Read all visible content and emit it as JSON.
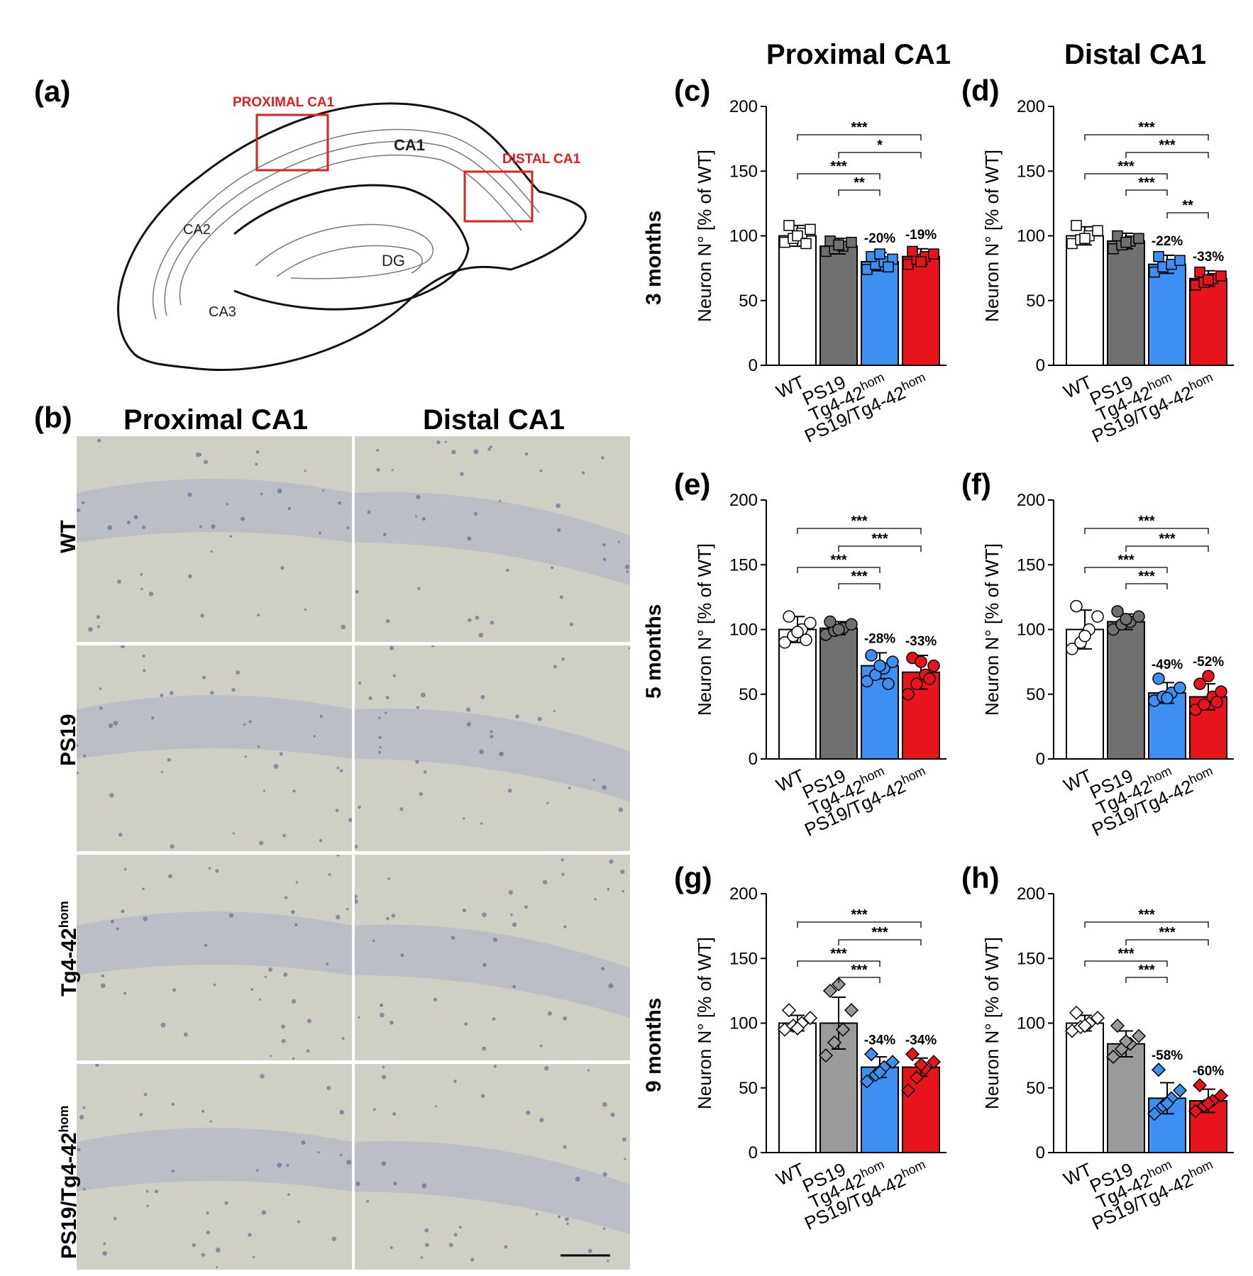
{
  "colors": {
    "wt": "#ffffff",
    "ps19_3m": "#707070",
    "ps19_5m": "#707070",
    "ps19_9m": "#9a9a9a",
    "tg": "#3d8ff2",
    "double": "#e8141c",
    "stain": "#cfcfc6",
    "accent_red": "#e02020"
  },
  "panel_a": {
    "label": "(a)",
    "regions": {
      "proximal": "PROXIMAL CA1",
      "distal": "DISTAL CA1",
      "ca1": "CA1",
      "ca2": "CA2",
      "ca3": "CA3",
      "dg": "DG"
    }
  },
  "panel_b": {
    "label": "(b)",
    "col_titles": [
      "Proximal CA1",
      "Distal CA1"
    ],
    "row_labels": [
      "WT",
      "PS19",
      "Tg4-42",
      "PS19/Tg4-42"
    ],
    "row_sup": [
      "",
      "",
      "hom",
      "hom"
    ]
  },
  "columns": {
    "left": "Proximal CA1",
    "right": "Distal CA1"
  },
  "rows": [
    "3 months",
    "5 months",
    "9 months"
  ],
  "ylabel": "Neuron N° [% of WT]",
  "categories": [
    {
      "base": "WT",
      "sup": ""
    },
    {
      "base": "PS19",
      "sup": ""
    },
    {
      "base": "Tg4-42",
      "sup": "hom"
    },
    {
      "base": "PS19/Tg4-42",
      "sup": "hom"
    }
  ],
  "chart_data": [
    {
      "panel": "(c)",
      "type": "bar",
      "marker": "square",
      "categories": [
        "WT",
        "PS19",
        "Tg4-42hom",
        "PS19/Tg4-42hom"
      ],
      "values": [
        100,
        92,
        80,
        84
      ],
      "sd": [
        8,
        6,
        7,
        6
      ],
      "points": [
        [
          95,
          98,
          102,
          105,
          108,
          100,
          94
        ],
        [
          88,
          90,
          92,
          95,
          96,
          93
        ],
        [
          74,
          78,
          80,
          82,
          84,
          86,
          76
        ],
        [
          78,
          82,
          84,
          86,
          88,
          80
        ]
      ],
      "ylim": [
        0,
        200
      ],
      "yticks": [
        0,
        50,
        100,
        150,
        200
      ],
      "changes": [
        "",
        "",
        "-20%",
        "-19%"
      ],
      "significance": [
        {
          "from": 0,
          "to": 3,
          "label": "***"
        },
        {
          "from": 1,
          "to": 3,
          "label": "*"
        },
        {
          "from": 0,
          "to": 2,
          "label": "***"
        },
        {
          "from": 1,
          "to": 2,
          "label": "**"
        }
      ]
    },
    {
      "panel": "(d)",
      "type": "bar",
      "marker": "square",
      "categories": [
        "WT",
        "PS19",
        "Tg4-42hom",
        "PS19/Tg4-42hom"
      ],
      "values": [
        100,
        96,
        78,
        67
      ],
      "sd": [
        7,
        6,
        7,
        6
      ],
      "points": [
        [
          94,
          97,
          100,
          104,
          108,
          98
        ],
        [
          90,
          93,
          96,
          98,
          100,
          95
        ],
        [
          72,
          76,
          78,
          81,
          84
        ],
        [
          62,
          64,
          67,
          69,
          72,
          66
        ]
      ],
      "ylim": [
        0,
        200
      ],
      "yticks": [
        0,
        50,
        100,
        150,
        200
      ],
      "changes": [
        "",
        "",
        "-22%",
        "-33%"
      ],
      "significance": [
        {
          "from": 0,
          "to": 3,
          "label": "***"
        },
        {
          "from": 1,
          "to": 3,
          "label": "***"
        },
        {
          "from": 0,
          "to": 2,
          "label": "***"
        },
        {
          "from": 1,
          "to": 2,
          "label": "***"
        },
        {
          "from": 2,
          "to": 3,
          "label": "**"
        }
      ]
    },
    {
      "panel": "(e)",
      "type": "bar",
      "marker": "circle",
      "categories": [
        "WT",
        "PS19",
        "Tg4-42hom",
        "PS19/Tg4-42hom"
      ],
      "values": [
        100,
        101,
        72,
        67
      ],
      "sd": [
        10,
        5,
        10,
        13
      ],
      "points": [
        [
          90,
          95,
          100,
          105,
          110,
          98,
          92
        ],
        [
          96,
          99,
          101,
          104,
          106,
          100
        ],
        [
          60,
          65,
          70,
          75,
          80,
          72,
          58
        ],
        [
          50,
          58,
          65,
          72,
          78,
          75,
          62
        ]
      ],
      "ylim": [
        0,
        200
      ],
      "yticks": [
        0,
        50,
        100,
        150,
        200
      ],
      "changes": [
        "",
        "",
        "-28%",
        "-33%"
      ],
      "significance": [
        {
          "from": 0,
          "to": 3,
          "label": "***"
        },
        {
          "from": 1,
          "to": 3,
          "label": "***"
        },
        {
          "from": 0,
          "to": 2,
          "label": "***"
        },
        {
          "from": 1,
          "to": 2,
          "label": "***"
        }
      ]
    },
    {
      "panel": "(f)",
      "type": "bar",
      "marker": "circle",
      "categories": [
        "WT",
        "PS19",
        "Tg4-42hom",
        "PS19/Tg4-42hom"
      ],
      "values": [
        100,
        106,
        51,
        48
      ],
      "sd": [
        15,
        6,
        8,
        10
      ],
      "points": [
        [
          85,
          90,
          100,
          110,
          118,
          95
        ],
        [
          100,
          104,
          106,
          110,
          114,
          108
        ],
        [
          45,
          48,
          51,
          55,
          62,
          47
        ],
        [
          38,
          42,
          48,
          52,
          58,
          64,
          44
        ]
      ],
      "ylim": [
        0,
        200
      ],
      "yticks": [
        0,
        50,
        100,
        150,
        200
      ],
      "changes": [
        "",
        "",
        "-49%",
        "-52%"
      ],
      "significance": [
        {
          "from": 0,
          "to": 3,
          "label": "***"
        },
        {
          "from": 1,
          "to": 3,
          "label": "***"
        },
        {
          "from": 0,
          "to": 2,
          "label": "***"
        },
        {
          "from": 1,
          "to": 2,
          "label": "***"
        }
      ]
    },
    {
      "panel": "(g)",
      "type": "bar",
      "marker": "diamond",
      "categories": [
        "WT",
        "PS19",
        "Tg4-42hom",
        "PS19/Tg4-42hom"
      ],
      "values": [
        100,
        100,
        66,
        66
      ],
      "sd": [
        6,
        20,
        8,
        7
      ],
      "points": [
        [
          95,
          98,
          100,
          104,
          110,
          96
        ],
        [
          75,
          85,
          95,
          110,
          125,
          130
        ],
        [
          55,
          60,
          66,
          70,
          76,
          62
        ],
        [
          48,
          58,
          65,
          70,
          76,
          68
        ]
      ],
      "ylim": [
        0,
        200
      ],
      "yticks": [
        0,
        50,
        100,
        150,
        200
      ],
      "changes": [
        "",
        "",
        "-34%",
        "-34%"
      ],
      "significance": [
        {
          "from": 0,
          "to": 3,
          "label": "***"
        },
        {
          "from": 1,
          "to": 3,
          "label": "***"
        },
        {
          "from": 0,
          "to": 2,
          "label": "***"
        },
        {
          "from": 1,
          "to": 2,
          "label": "***"
        }
      ]
    },
    {
      "panel": "(h)",
      "type": "bar",
      "marker": "diamond",
      "categories": [
        "WT",
        "PS19",
        "Tg4-42hom",
        "PS19/Tg4-42hom"
      ],
      "values": [
        100,
        84,
        42,
        40
      ],
      "sd": [
        6,
        10,
        12,
        9
      ],
      "points": [
        [
          94,
          97,
          100,
          104,
          108,
          98
        ],
        [
          74,
          80,
          84,
          90,
          98,
          86
        ],
        [
          30,
          36,
          42,
          48,
          64,
          38
        ],
        [
          32,
          36,
          40,
          44,
          52,
          38
        ]
      ],
      "ylim": [
        0,
        200
      ],
      "yticks": [
        0,
        50,
        100,
        150,
        200
      ],
      "changes": [
        "",
        "",
        "-58%",
        "-60%"
      ],
      "significance": [
        {
          "from": 0,
          "to": 3,
          "label": "***"
        },
        {
          "from": 1,
          "to": 3,
          "label": "***"
        },
        {
          "from": 0,
          "to": 2,
          "label": "***"
        },
        {
          "from": 1,
          "to": 2,
          "label": "***"
        }
      ]
    }
  ]
}
